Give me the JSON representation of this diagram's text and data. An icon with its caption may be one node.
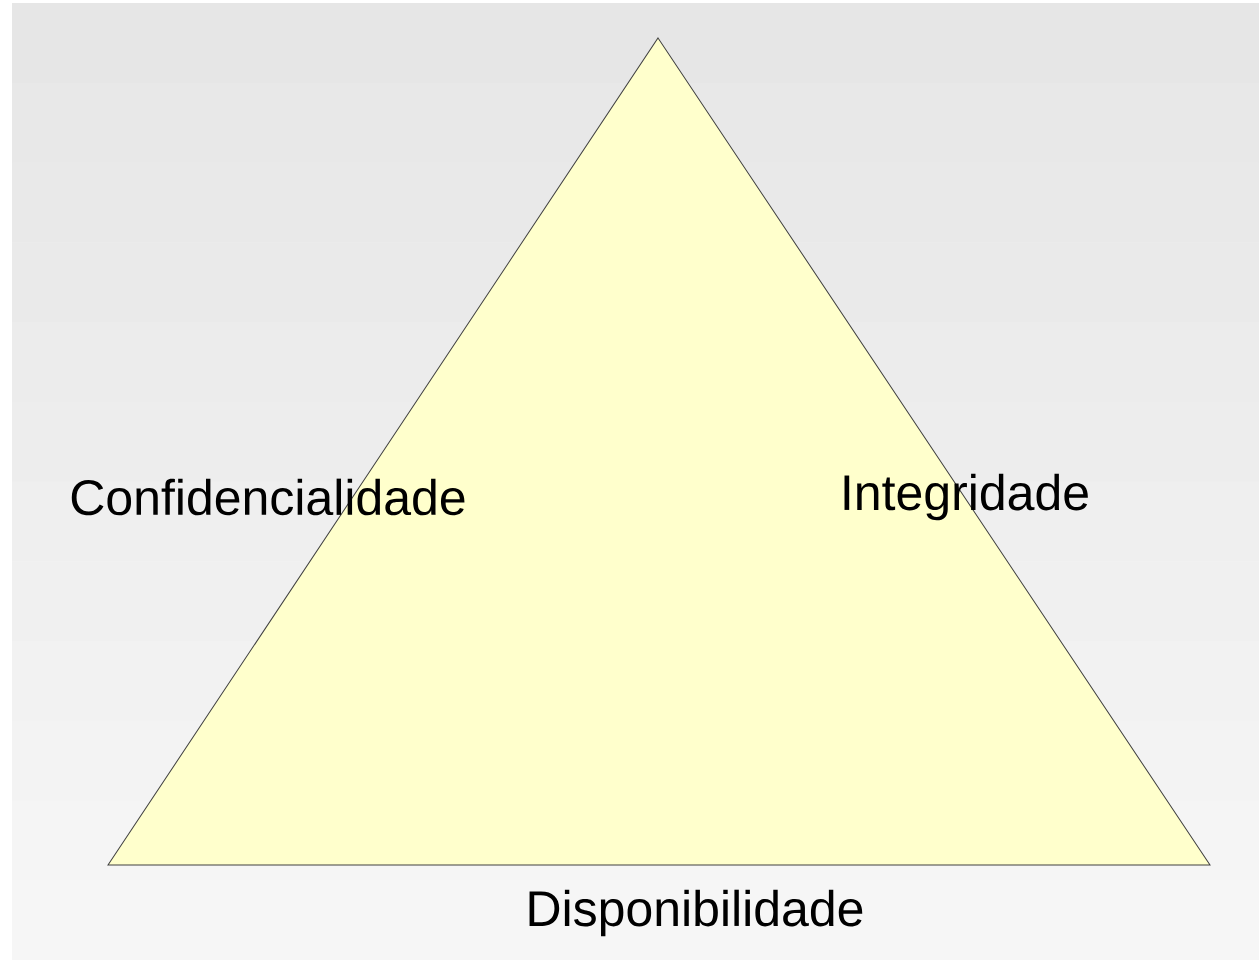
{
  "diagram": {
    "labels": [
      "Confidencialidade",
      "Integridade",
      "Disponibilidade"
    ]
  }
}
